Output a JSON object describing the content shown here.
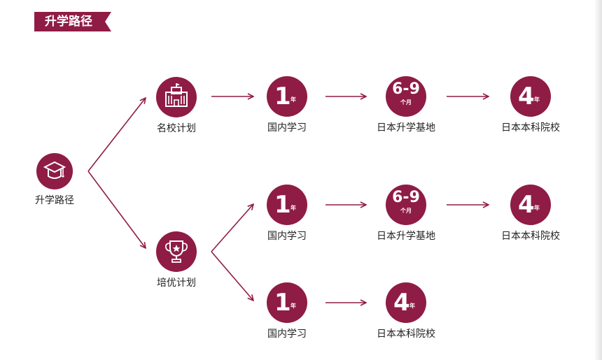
{
  "header": {
    "title": "升学路径"
  },
  "colors": {
    "accent": "#8f1c45"
  },
  "root": {
    "label": "升学路径",
    "icon": "graduation-cap-icon"
  },
  "plans": [
    {
      "label": "名校计划",
      "icon": "school-building-icon"
    },
    {
      "label": "培优计划",
      "icon": "trophy-icon"
    }
  ],
  "steps": {
    "domestic": {
      "value": "1",
      "unit": "年",
      "label": "国内学习"
    },
    "japan_base": {
      "value": "6-9",
      "unit": "个月",
      "label": "日本升学基地"
    },
    "japan_university": {
      "value": "4",
      "unit": "年",
      "label": "日本本科院校"
    }
  }
}
